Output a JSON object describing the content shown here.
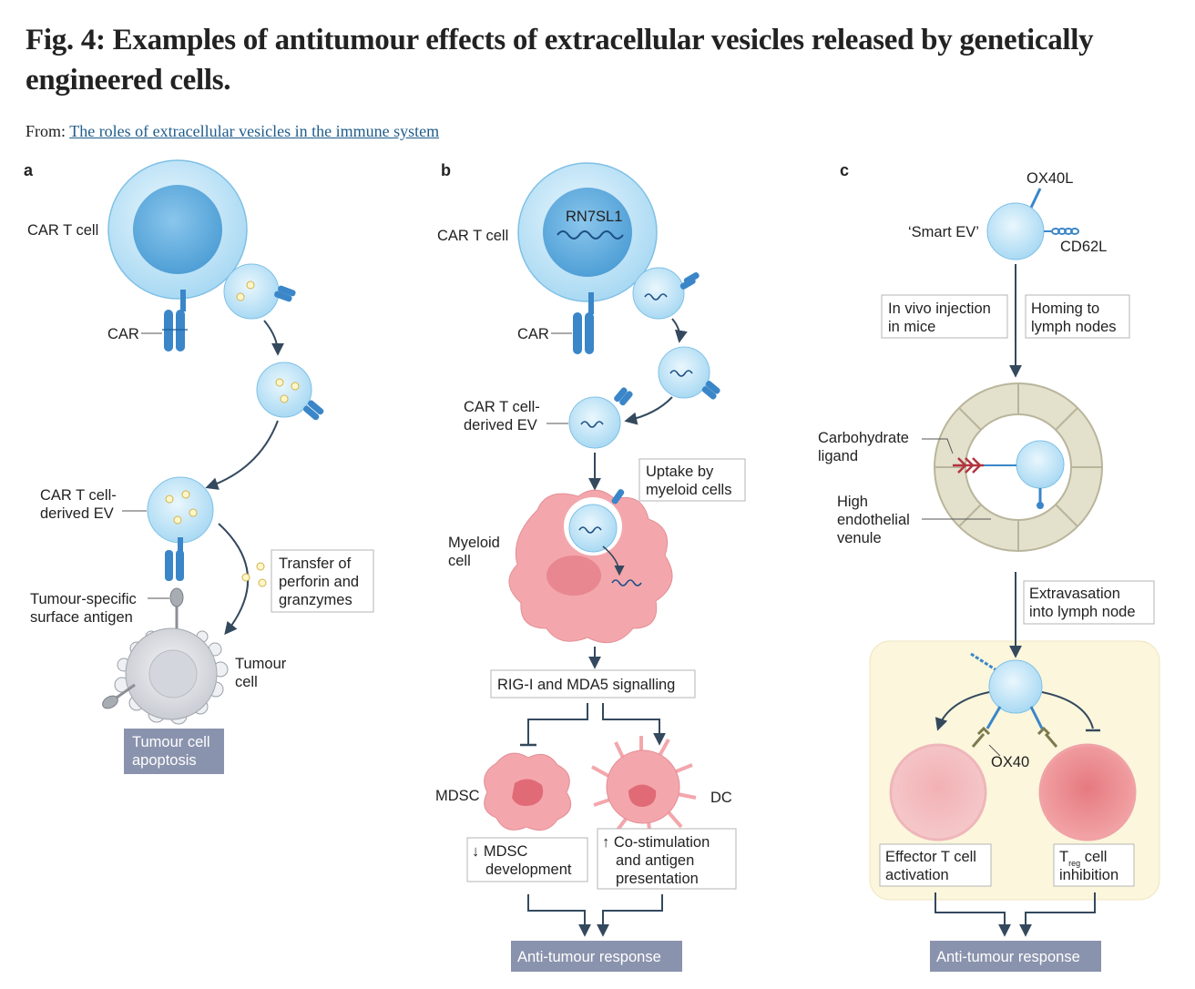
{
  "figure": {
    "title": "Fig. 4: Examples of antitumour effects of extracellular vesicles released by genetically engineered cells.",
    "from_label": "From:",
    "from_link": "The roles of extracellular vesicles in the immune system"
  },
  "panel_a": {
    "letter": "a",
    "car_t_cell": "CAR T cell",
    "car": "CAR",
    "ev_line1": "CAR T cell-",
    "ev_line2": "derived EV",
    "transfer_line1": "Transfer of",
    "transfer_line2": "perforin and",
    "transfer_line3": "granzymes",
    "antigen_line1": "Tumour-specific",
    "antigen_line2": "surface antigen",
    "tumour_line1": "Tumour",
    "tumour_line2": "cell",
    "apoptosis_line1": "Tumour cell",
    "apoptosis_line2": "apoptosis"
  },
  "panel_b": {
    "letter": "b",
    "car_t_cell": "CAR T cell",
    "rna": "RN7SL1",
    "car": "CAR",
    "ev_line1": "CAR T cell-",
    "ev_line2": "derived EV",
    "uptake_line1": "Uptake by",
    "uptake_line2": "myeloid cells",
    "myeloid_line1": "Myeloid",
    "myeloid_line2": "cell",
    "signalling": "RIG-I and MDA5 signalling",
    "mdsc": "MDSC",
    "dc": "DC",
    "mdsc_dev_line1": "↓ MDSC",
    "mdsc_dev_line2": "development",
    "costim_line1": "↑ Co-stimulation",
    "costim_line2": "and antigen",
    "costim_line3": "presentation",
    "response": "Anti-tumour response"
  },
  "panel_c": {
    "letter": "c",
    "ox40l": "OX40L",
    "smart_ev": "‘Smart EV’",
    "cd62l": "CD62L",
    "injection_line1": "In vivo injection",
    "injection_line2": "in mice",
    "homing_line1": "Homing to",
    "homing_line2": "lymph nodes",
    "carb_line1": "Carbohydrate",
    "carb_line2": "ligand",
    "hev_line1": "High",
    "hev_line2": "endothelial",
    "hev_line3": "venule",
    "extravasation_line1": "Extravasation",
    "extravasation_line2": "into lymph node",
    "ox40": "OX40",
    "effector_line1": "Effector T cell",
    "effector_line2": "activation",
    "treg_T": "T",
    "treg_sub": "reg",
    "treg_cell": " cell",
    "treg_line2": "inhibition",
    "response": "Anti-tumour response"
  },
  "colors": {
    "cell_blue": "#bfe3f6",
    "nucleus_blue": "#6fb6e3",
    "receptor_blue": "#3a86c8",
    "arrow": "#34495e",
    "box_gray": "#8a93ad",
    "myeloid_pink": "#f2a9ad",
    "lymph_bg": "#fbf6dc"
  }
}
